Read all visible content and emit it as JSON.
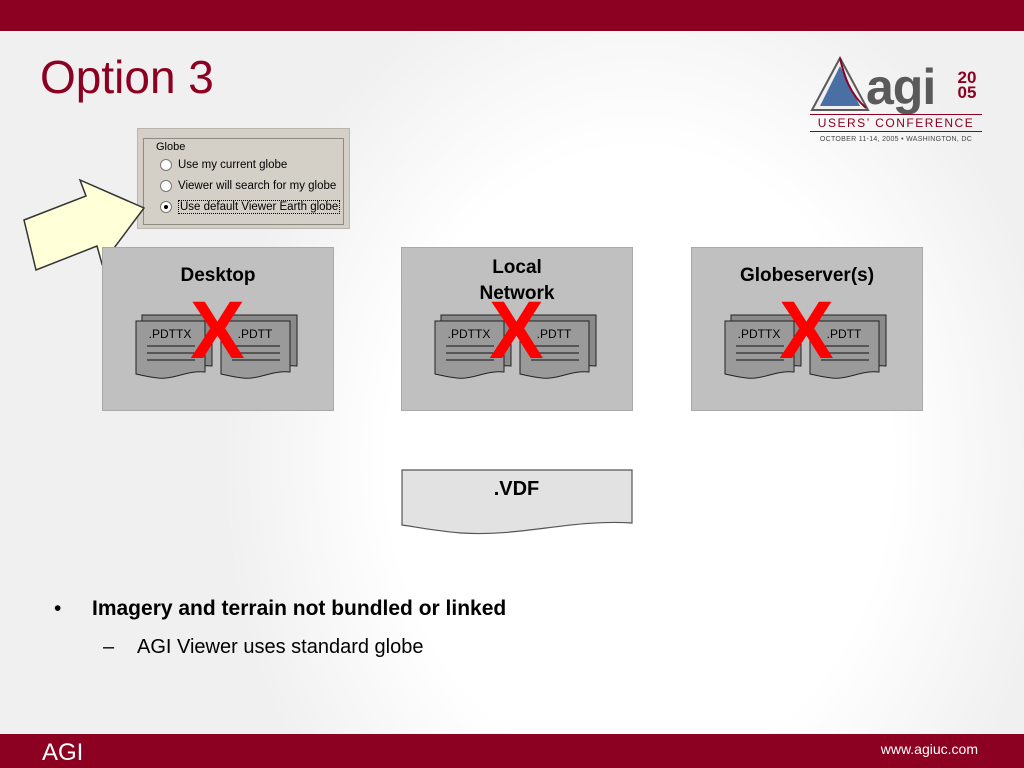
{
  "slide": {
    "title": "Option 3",
    "bullet": "Imagery and terrain not bundled or linked",
    "bullet_marker": "•",
    "sub_bullet": "AGI Viewer uses standard globe",
    "sub_marker": "–"
  },
  "logo": {
    "word": "agi",
    "year_top": "20",
    "year_bottom": "05",
    "conference": "USERS’ CONFERENCE",
    "dates": "OCTOBER 11-14, 2005 • WASHINGTON, DC"
  },
  "globe_dialog": {
    "legend": "Globe",
    "options": [
      {
        "label": "Use my current globe",
        "selected": false
      },
      {
        "label": "Viewer will search for my globe",
        "selected": false
      },
      {
        "label": "Use default Viewer Earth globe",
        "selected": true
      }
    ]
  },
  "locations": [
    {
      "title": "Desktop",
      "doc_left": ".PDTTX",
      "doc_right": ".PDTT",
      "mark": "X"
    },
    {
      "title": "Local\nNetwork",
      "title_line1": "Local",
      "title_line2": "Network",
      "doc_left": ".PDTTX",
      "doc_right": ".PDTT",
      "mark": "X"
    },
    {
      "title": "Globeserver(s)",
      "doc_left": ".PDTTX",
      "doc_right": ".PDTT",
      "mark": "X"
    }
  ],
  "vdf_label": ".VDF",
  "footer": {
    "left": "AGI",
    "right": "www.agiuc.com"
  },
  "colors": {
    "brand": "#8c0022",
    "mark": "#ff0000",
    "box": "#c0c0c0",
    "arrow_fill": "#ffffd8"
  }
}
